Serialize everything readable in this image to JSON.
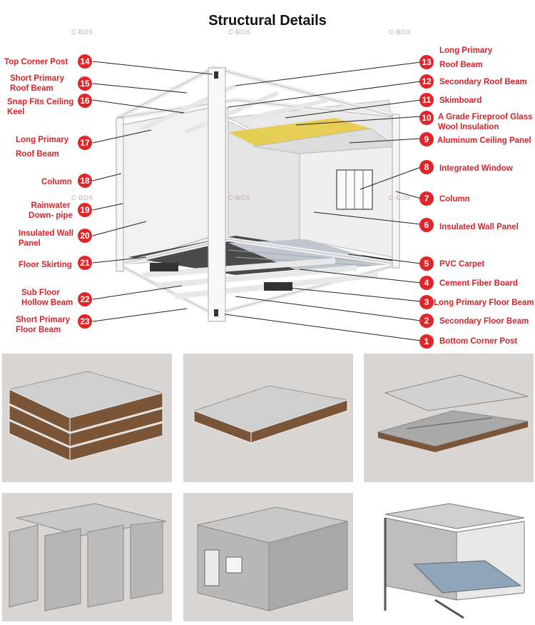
{
  "title": "Structural Details",
  "watermark": "C-BOX",
  "colors": {
    "accent": "#e0262b",
    "label": "#d8222a",
    "thumb_bg": "#d9d5d2",
    "wall_brown": "#7a5538",
    "insulation": "#e5c93a"
  },
  "callouts": [
    {
      "num": "1",
      "label": "Bottom Corner Post"
    },
    {
      "num": "2",
      "label": "Secondary Floor Beam"
    },
    {
      "num": "3",
      "label": "Long Primary Floor Beam"
    },
    {
      "num": "4",
      "label": "Cement Fiber Board"
    },
    {
      "num": "5",
      "label": "PVC Carpet"
    },
    {
      "num": "6",
      "label": "Insulated Wall Panel"
    },
    {
      "num": "7",
      "label": "Column"
    },
    {
      "num": "8",
      "label": "Integrated Window"
    },
    {
      "num": "9",
      "label": "Aluminum Ceiling Panel"
    },
    {
      "num": "10",
      "label": "A Grade Fireproof Glass Wool Insulation"
    },
    {
      "num": "11",
      "label": "Skimboard"
    },
    {
      "num": "12",
      "label": "Secondary Roof Beam"
    },
    {
      "num": "13",
      "label": "Long Primary Roof Beam"
    },
    {
      "num": "14",
      "label": "Top Corner Post"
    },
    {
      "num": "15",
      "label": "Short Primary Roof Beam"
    },
    {
      "num": "16",
      "label": "Snap Fits Ceiling Keel"
    },
    {
      "num": "17",
      "label": "Long Primary Roof Beam"
    },
    {
      "num": "18",
      "label": "Column"
    },
    {
      "num": "19",
      "label": "Rainwater Down- pipe"
    },
    {
      "num": "20",
      "label": "Insulated Wall Panel"
    },
    {
      "num": "21",
      "label": "Floor Skirting"
    },
    {
      "num": "22",
      "label": "Sub Floor Hollow Beam"
    },
    {
      "num": "23",
      "label": "Short Primary Floor Beam"
    }
  ]
}
